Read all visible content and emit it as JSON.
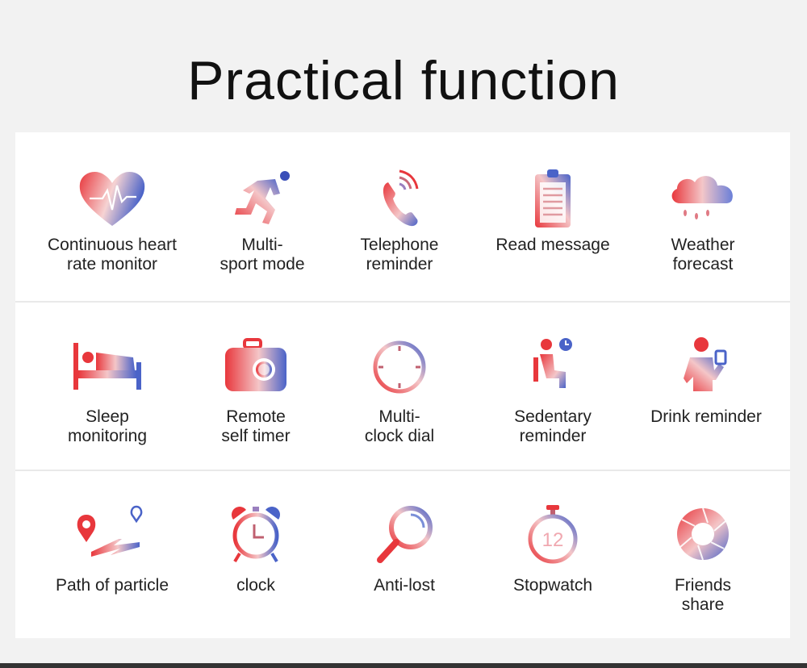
{
  "title": "Practical function",
  "colors": {
    "gradient_start": "#e8373c",
    "gradient_mid": "#f4c6c8",
    "gradient_end": "#4a63c8",
    "text": "#222222",
    "background": "#f2f2f2",
    "panel": "#ffffff"
  },
  "rows": [
    {
      "items": [
        {
          "icon": "heart-rate-icon",
          "label": "Continuous heart\nrate monitor"
        },
        {
          "icon": "running-icon",
          "label": "Multi-\nsport mode"
        },
        {
          "icon": "phone-icon",
          "label": "Telephone\nreminder"
        },
        {
          "icon": "clipboard-icon",
          "label": "Read message"
        },
        {
          "icon": "cloud-rain-icon",
          "label": "Weather\nforecast"
        }
      ]
    },
    {
      "items": [
        {
          "icon": "bed-icon",
          "label": "Sleep\nmonitoring"
        },
        {
          "icon": "camera-icon",
          "label": "Remote\nself timer"
        },
        {
          "icon": "clock-dial-icon",
          "label": "Multi-\nclock dial"
        },
        {
          "icon": "sitting-person-icon",
          "label": "Sedentary\nreminder"
        },
        {
          "icon": "drinking-person-icon",
          "label": "Drink  reminder"
        }
      ]
    },
    {
      "items": [
        {
          "icon": "map-path-icon",
          "label": "Path  of particle"
        },
        {
          "icon": "alarm-clock-icon",
          "label": "clock"
        },
        {
          "icon": "magnifier-icon",
          "label": "Anti-lost"
        },
        {
          "icon": "stopwatch-icon",
          "label": "Stopwatch"
        },
        {
          "icon": "aperture-icon",
          "label": "Friends\nshare"
        }
      ],
      "stopwatch_number": "12"
    }
  ]
}
